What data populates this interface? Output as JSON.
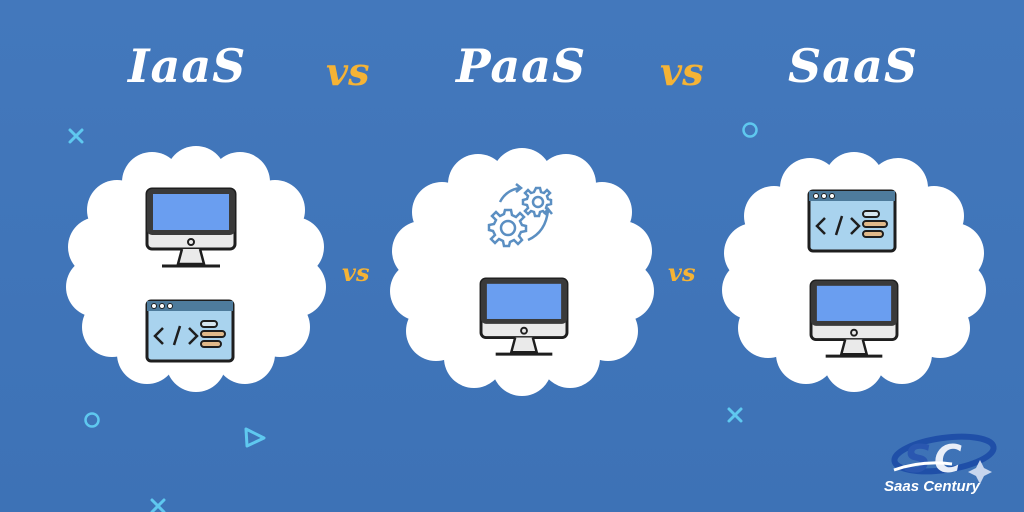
{
  "header": {
    "titles": [
      "IaaS",
      "PaaS",
      "SaaS"
    ],
    "separator": "vs"
  },
  "panels": [
    {
      "name": "IaaS",
      "icons": [
        "monitor-icon",
        "code-window-icon"
      ]
    },
    {
      "name": "PaaS",
      "icons": [
        "gears-cycle-icon",
        "monitor-icon"
      ]
    },
    {
      "name": "SaaS",
      "icons": [
        "code-window-icon",
        "monitor-icon"
      ]
    }
  ],
  "between_labels": [
    "vs",
    "vs"
  ],
  "decorations": [
    "cross-icon",
    "circle-icon",
    "triangle-play-icon",
    "cross-icon",
    "circle-icon",
    "cross-icon"
  ],
  "brand": {
    "logo_mark": "SC",
    "name": "Saas Century"
  },
  "colors": {
    "background": "#3f74b8",
    "accent_vs": "#f5b335",
    "title": "#ffffff",
    "cloud": "#ffffff",
    "decor": "#5fc8ef",
    "screen": "#6a9ef0",
    "code_window": "#a9d3ee"
  }
}
